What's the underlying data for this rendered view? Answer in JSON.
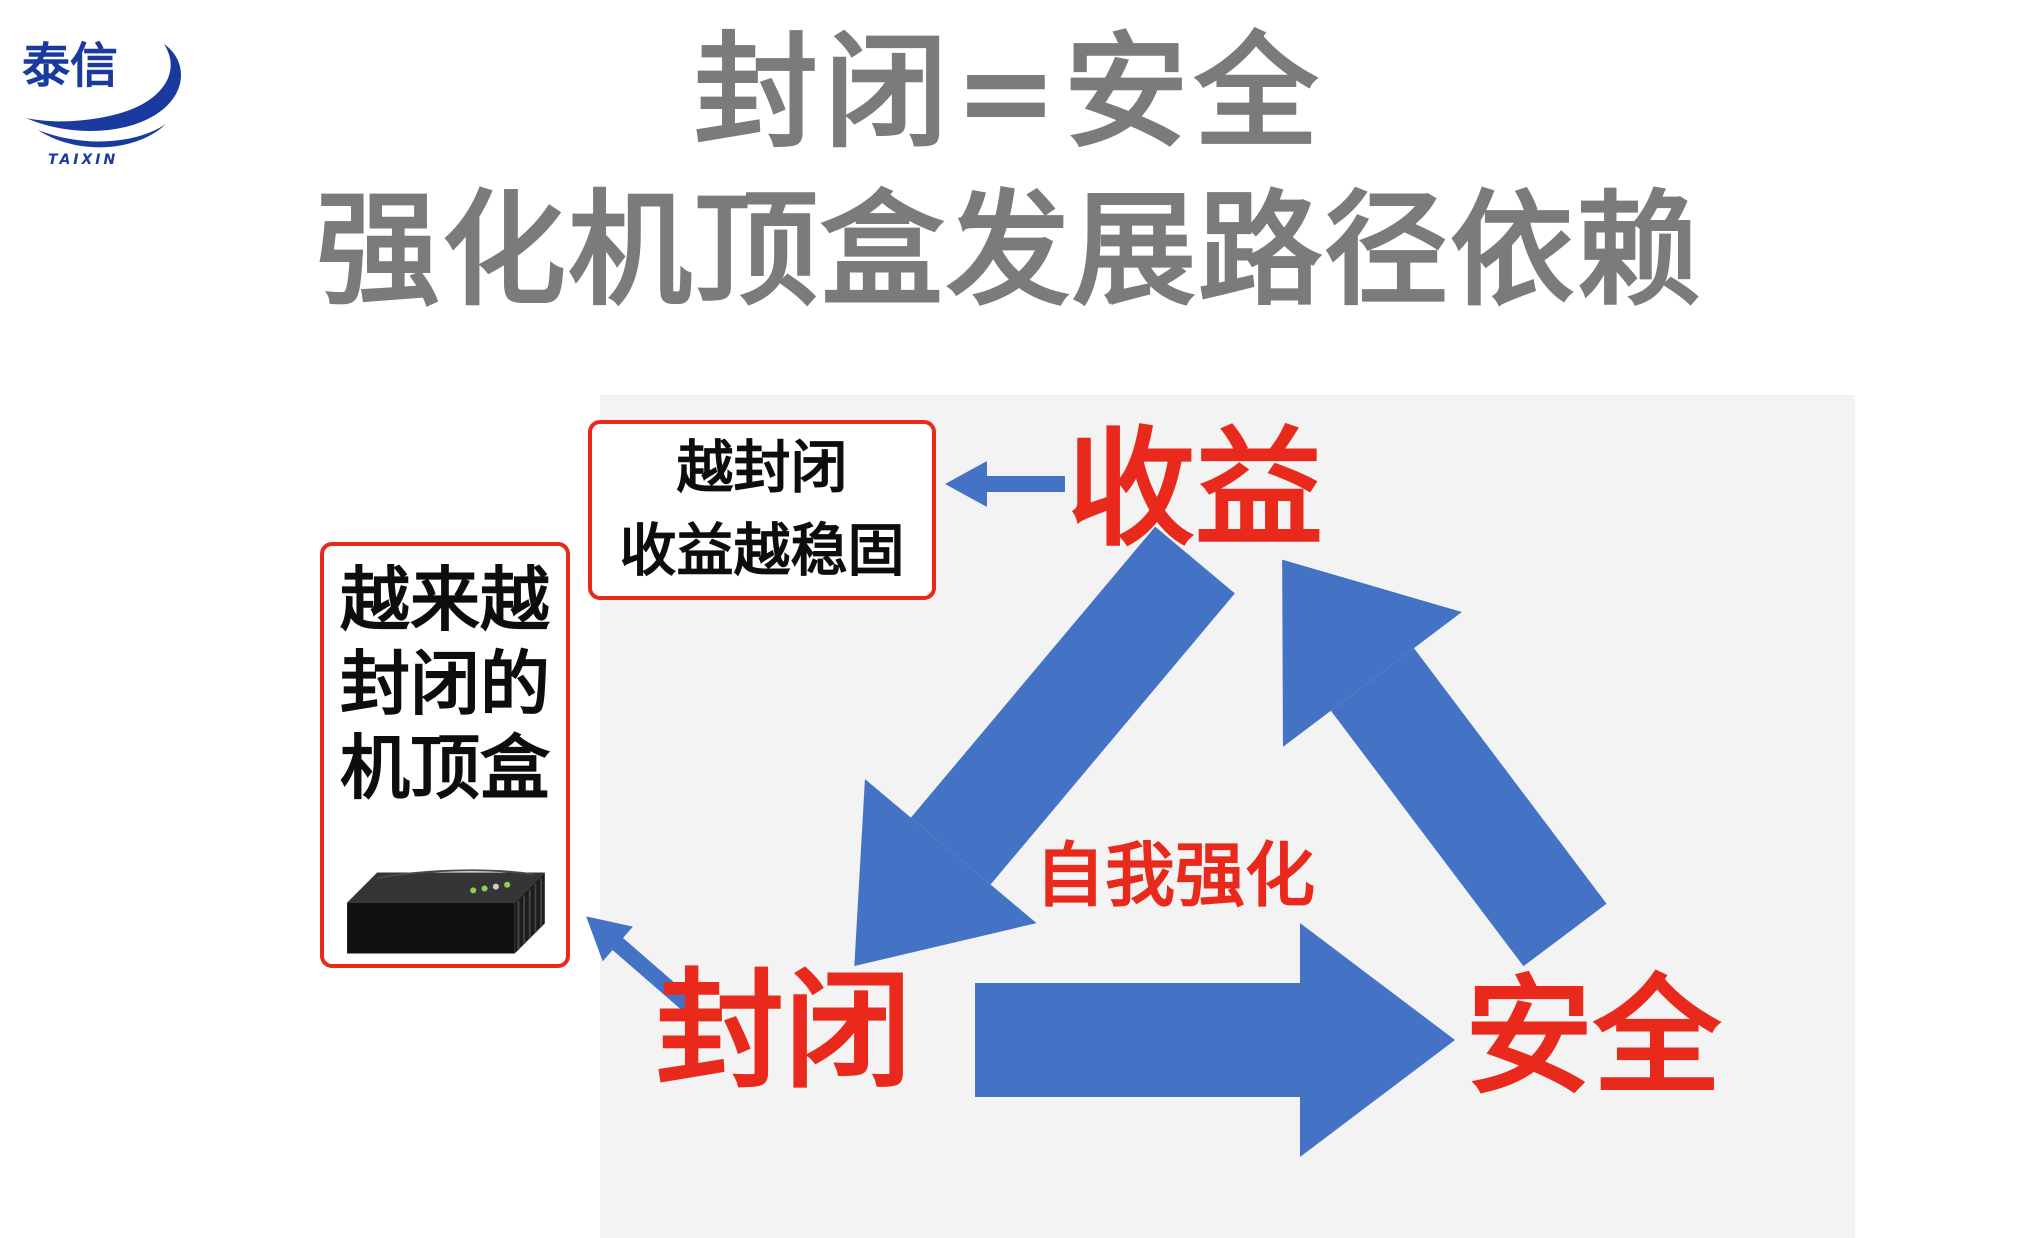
{
  "colors": {
    "title-gray": "#7b7b7b",
    "red": "#e8291c",
    "blue": "#4472c4",
    "logo-blue": "#1a3aa0",
    "diagram-bg": "#f3f3f3"
  },
  "logo": {
    "brand": "泰信",
    "subtext": "TAIXIN"
  },
  "header": {
    "title_line1": "封闭=安全",
    "title_line2": "强化机顶盒发展路径依赖"
  },
  "diagram": {
    "node_revenue": "收益",
    "node_closed": "封闭",
    "node_safe": "安全",
    "center_label": "自我强化",
    "callout_revenue_line1": "越封闭",
    "callout_revenue_line2": "收益越稳固",
    "callout_closed_line1": "越来越",
    "callout_closed_line2": "封闭的",
    "callout_closed_line3": "机顶盒"
  }
}
